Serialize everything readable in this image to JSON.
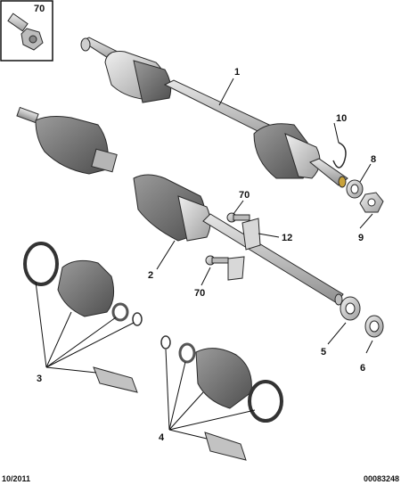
{
  "callouts": {
    "c1": "1",
    "c2": "2",
    "c3": "3",
    "c4": "4",
    "c5": "5",
    "c6": "6",
    "c8": "8",
    "c9": "9",
    "c10": "10",
    "c12": "12",
    "c70_inset": "70",
    "c70_upper": "70",
    "c70_lower": "70"
  },
  "footer": {
    "date": "10/2011",
    "reference": "00083248"
  },
  "colors": {
    "part_fill": "#c8c8c8",
    "part_shade": "#9a9a9a",
    "boot_fill": "#6e6e6e",
    "line": "#111111"
  }
}
